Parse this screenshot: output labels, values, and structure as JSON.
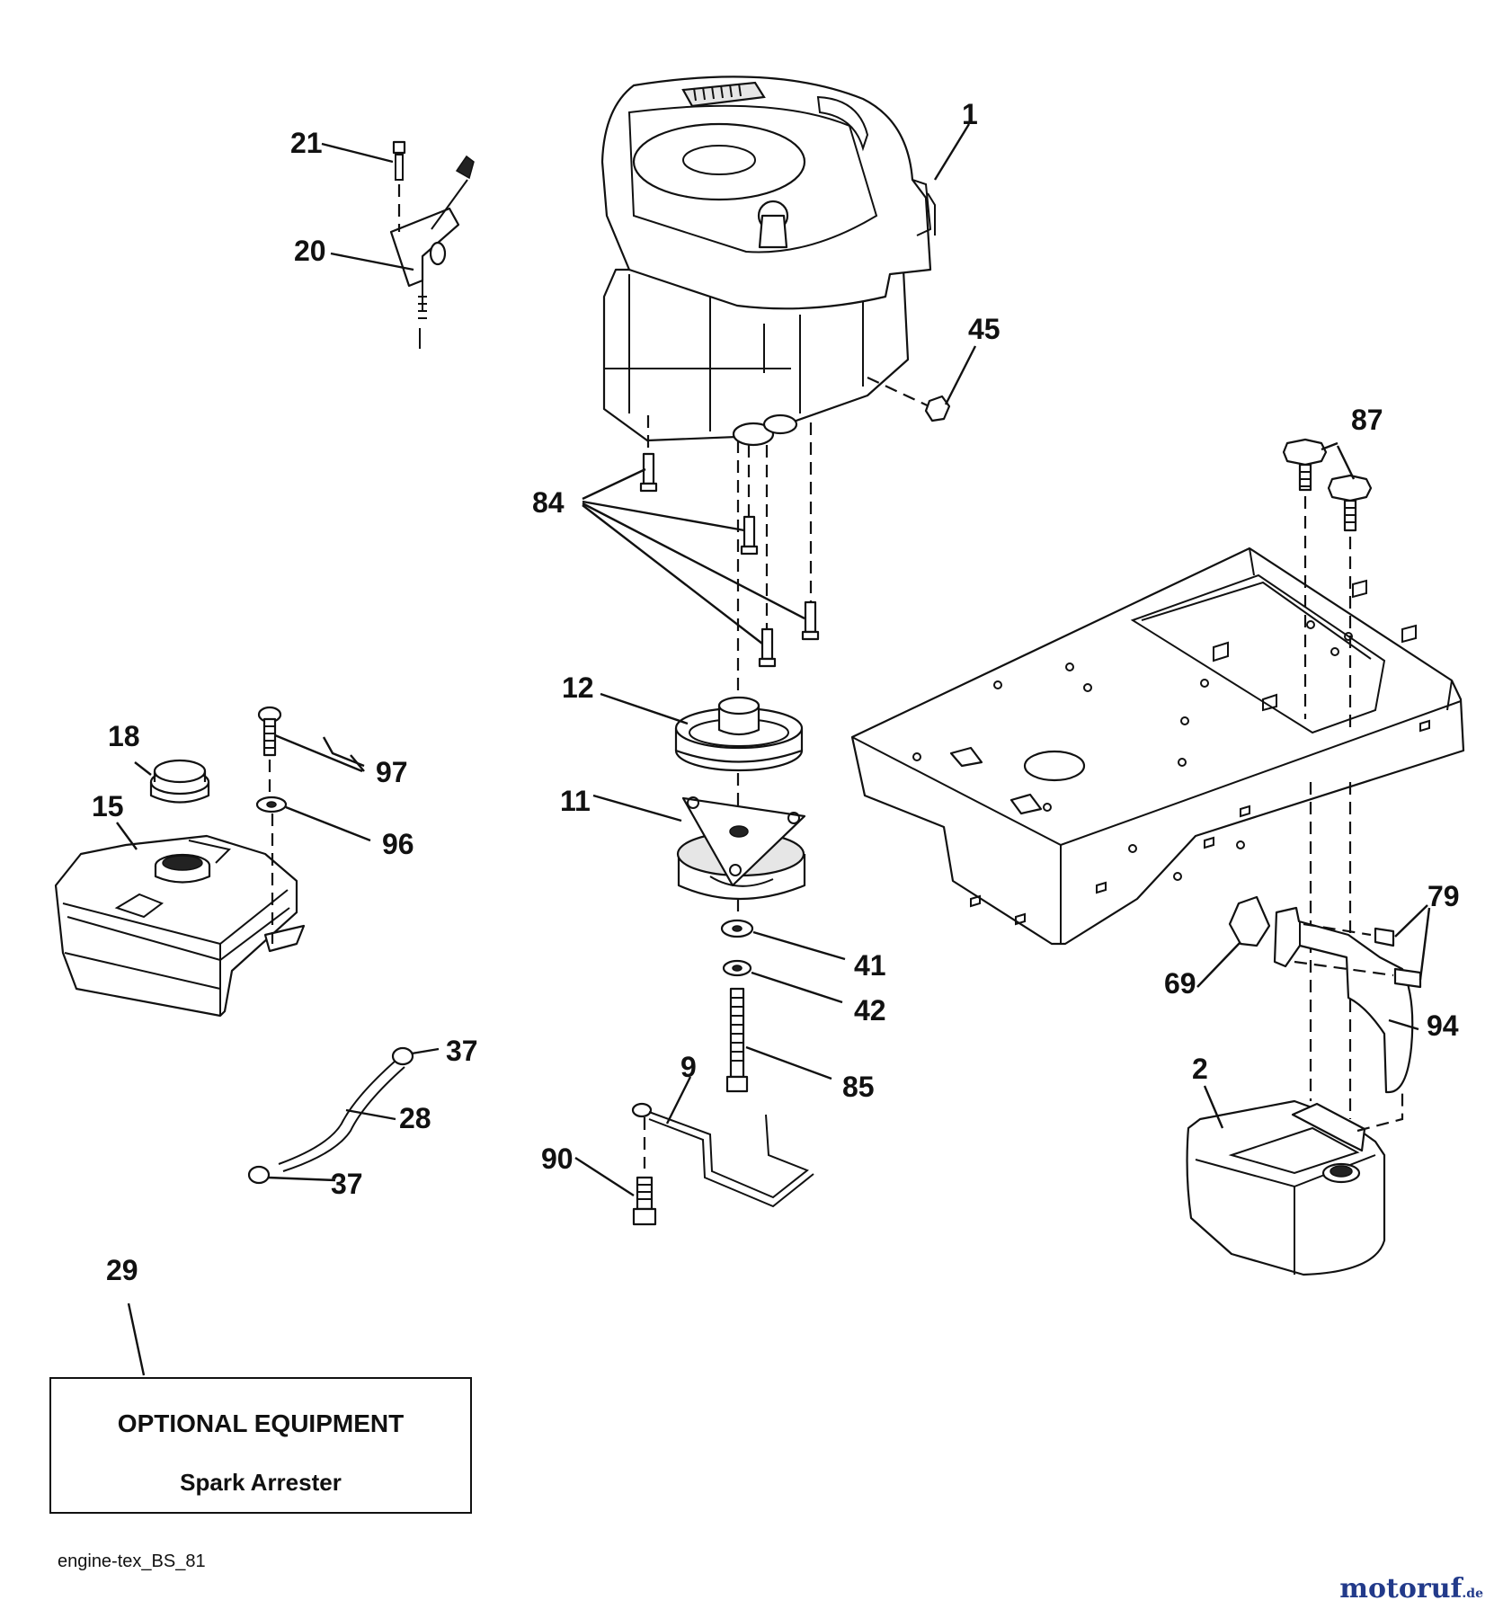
{
  "callouts": [
    {
      "id": "1",
      "label": "1"
    },
    {
      "id": "2",
      "label": "2"
    },
    {
      "id": "9",
      "label": "9"
    },
    {
      "id": "11",
      "label": "11"
    },
    {
      "id": "12",
      "label": "12"
    },
    {
      "id": "15",
      "label": "15"
    },
    {
      "id": "18",
      "label": "18"
    },
    {
      "id": "20",
      "label": "20"
    },
    {
      "id": "21",
      "label": "21"
    },
    {
      "id": "28",
      "label": "28"
    },
    {
      "id": "29",
      "label": "29"
    },
    {
      "id": "37a",
      "label": "37"
    },
    {
      "id": "37b",
      "label": "37"
    },
    {
      "id": "41",
      "label": "41"
    },
    {
      "id": "42",
      "label": "42"
    },
    {
      "id": "45",
      "label": "45"
    },
    {
      "id": "69",
      "label": "69"
    },
    {
      "id": "79",
      "label": "79"
    },
    {
      "id": "84",
      "label": "84"
    },
    {
      "id": "85",
      "label": "85"
    },
    {
      "id": "87",
      "label": "87"
    },
    {
      "id": "90",
      "label": "90"
    },
    {
      "id": "94",
      "label": "94"
    },
    {
      "id": "96",
      "label": "96"
    },
    {
      "id": "97",
      "label": "97"
    }
  ],
  "optional_box": {
    "title": "OPTIONAL EQUIPMENT",
    "item": "Spark Arrester"
  },
  "diagram_code": "engine-tex_BS_81",
  "watermark": {
    "name": "motoruf",
    "tld": ".de"
  }
}
